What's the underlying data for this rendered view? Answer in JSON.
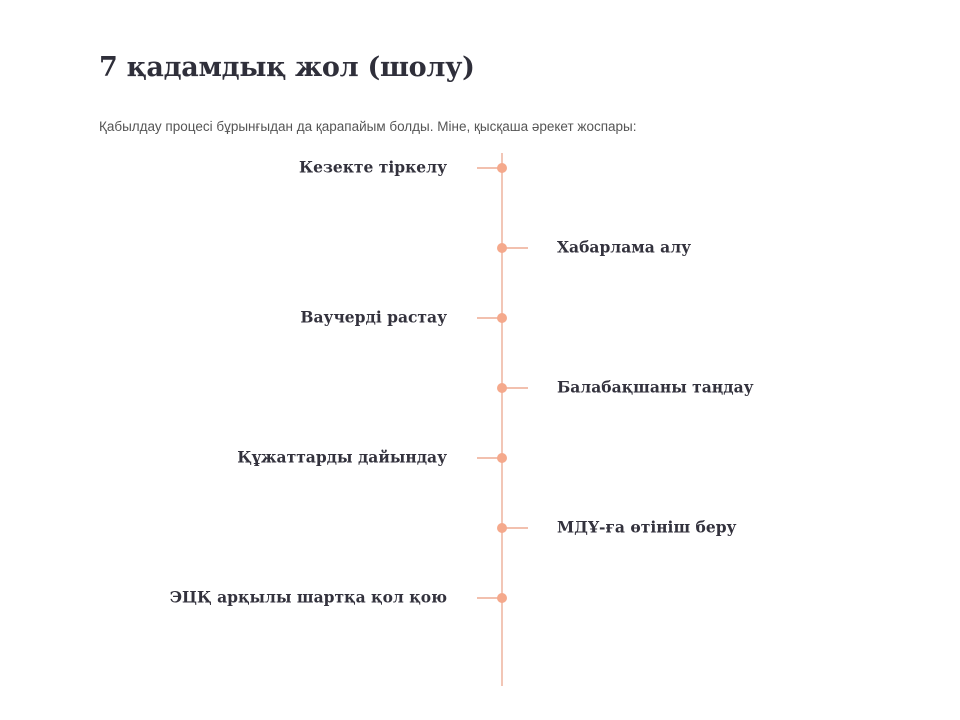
{
  "title": "7 қадамдық жол (шолу)",
  "subtitle": "Қабылдау процесі бұрынғыдан да қарапайым болды. Міне, қысқаша әрекет жоспары:",
  "accent_color": "#f5a98c",
  "steps": [
    {
      "label": "Кезекте тіркелу",
      "side": "left"
    },
    {
      "label": "Хабарлама алу",
      "side": "right"
    },
    {
      "label": "Ваучерді растау",
      "side": "left"
    },
    {
      "label": "Балабақшаны таңдау",
      "side": "right"
    },
    {
      "label": "Құжаттарды дайындау",
      "side": "left"
    },
    {
      "label": "МДҰ-ға өтініш беру",
      "side": "right"
    },
    {
      "label": "ЭЦҚ арқылы шартқа қол қою",
      "side": "left"
    }
  ]
}
